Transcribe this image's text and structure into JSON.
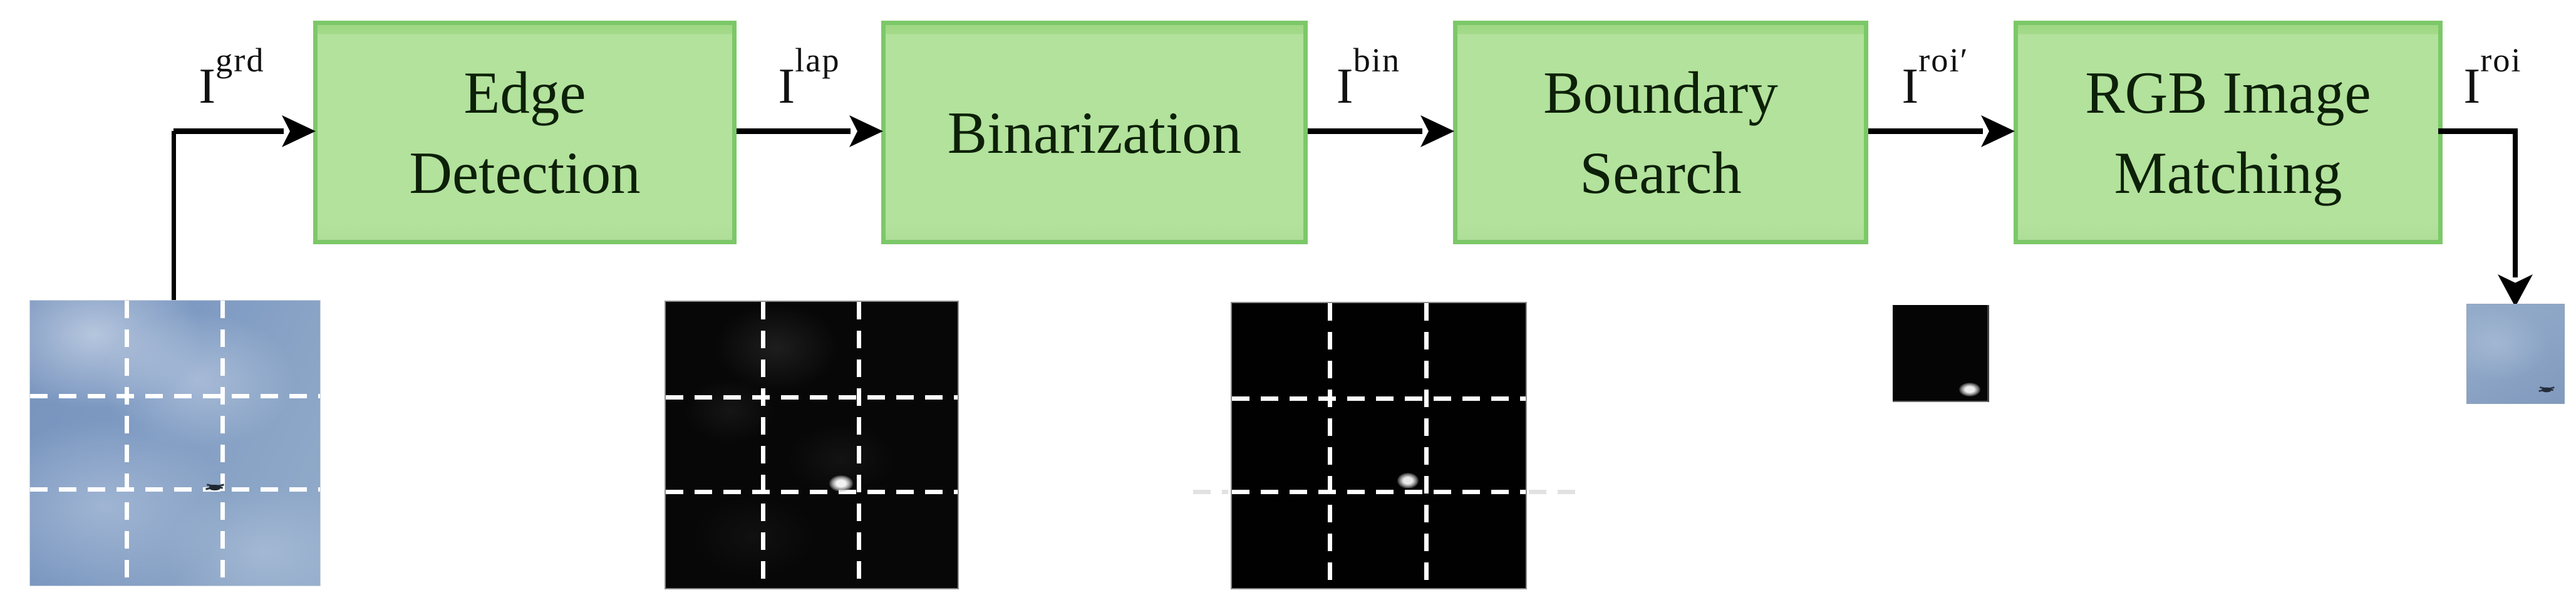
{
  "colors": {
    "background": "#ffffff",
    "box_fill": "#b2e29c",
    "box_fill_top_strip": "#9ed884",
    "box_border": "#7cc868",
    "box_text": "#0d2008",
    "arrow": "#000000",
    "label_text": "#111111",
    "grid_dash": "#ffffff",
    "sky_blue": "#7e9ac2"
  },
  "boxes": [
    {
      "id": "edge-detection",
      "lines": [
        "Edge",
        "Detection"
      ]
    },
    {
      "id": "binarization",
      "lines": [
        "Binarization"
      ]
    },
    {
      "id": "boundary-search",
      "lines": [
        "Boundary",
        "Search"
      ]
    },
    {
      "id": "rgb-image-matching",
      "lines": [
        "RGB Image",
        "Matching"
      ]
    }
  ],
  "arrow_labels": [
    {
      "id": "igrd",
      "base": "I",
      "sup": "grd"
    },
    {
      "id": "ilap",
      "base": "I",
      "sup": "lap"
    },
    {
      "id": "ibin",
      "base": "I",
      "sup": "bin"
    },
    {
      "id": "iroi-prime",
      "base": "I",
      "sup": "roi′"
    },
    {
      "id": "iroi",
      "base": "I",
      "sup": "roi"
    }
  ],
  "photos": [
    {
      "id": "input-gradient-image",
      "description": "blue sky photo, 3x3 white dashed grid, small drone above lower-third line"
    },
    {
      "id": "laplacian-image",
      "description": "dark edge-response image, 3x3 white dashed grid, bright blob above lower-third line"
    },
    {
      "id": "binary-image",
      "description": "black binary image, 3x3 white dashed grid, small white blob; lower dashed line extends past frame"
    },
    {
      "id": "roi-candidate-image",
      "description": "small black crop with white blob at bottom right"
    },
    {
      "id": "roi-rgb-image",
      "description": "small blue sky crop with drone at bottom right"
    }
  ]
}
